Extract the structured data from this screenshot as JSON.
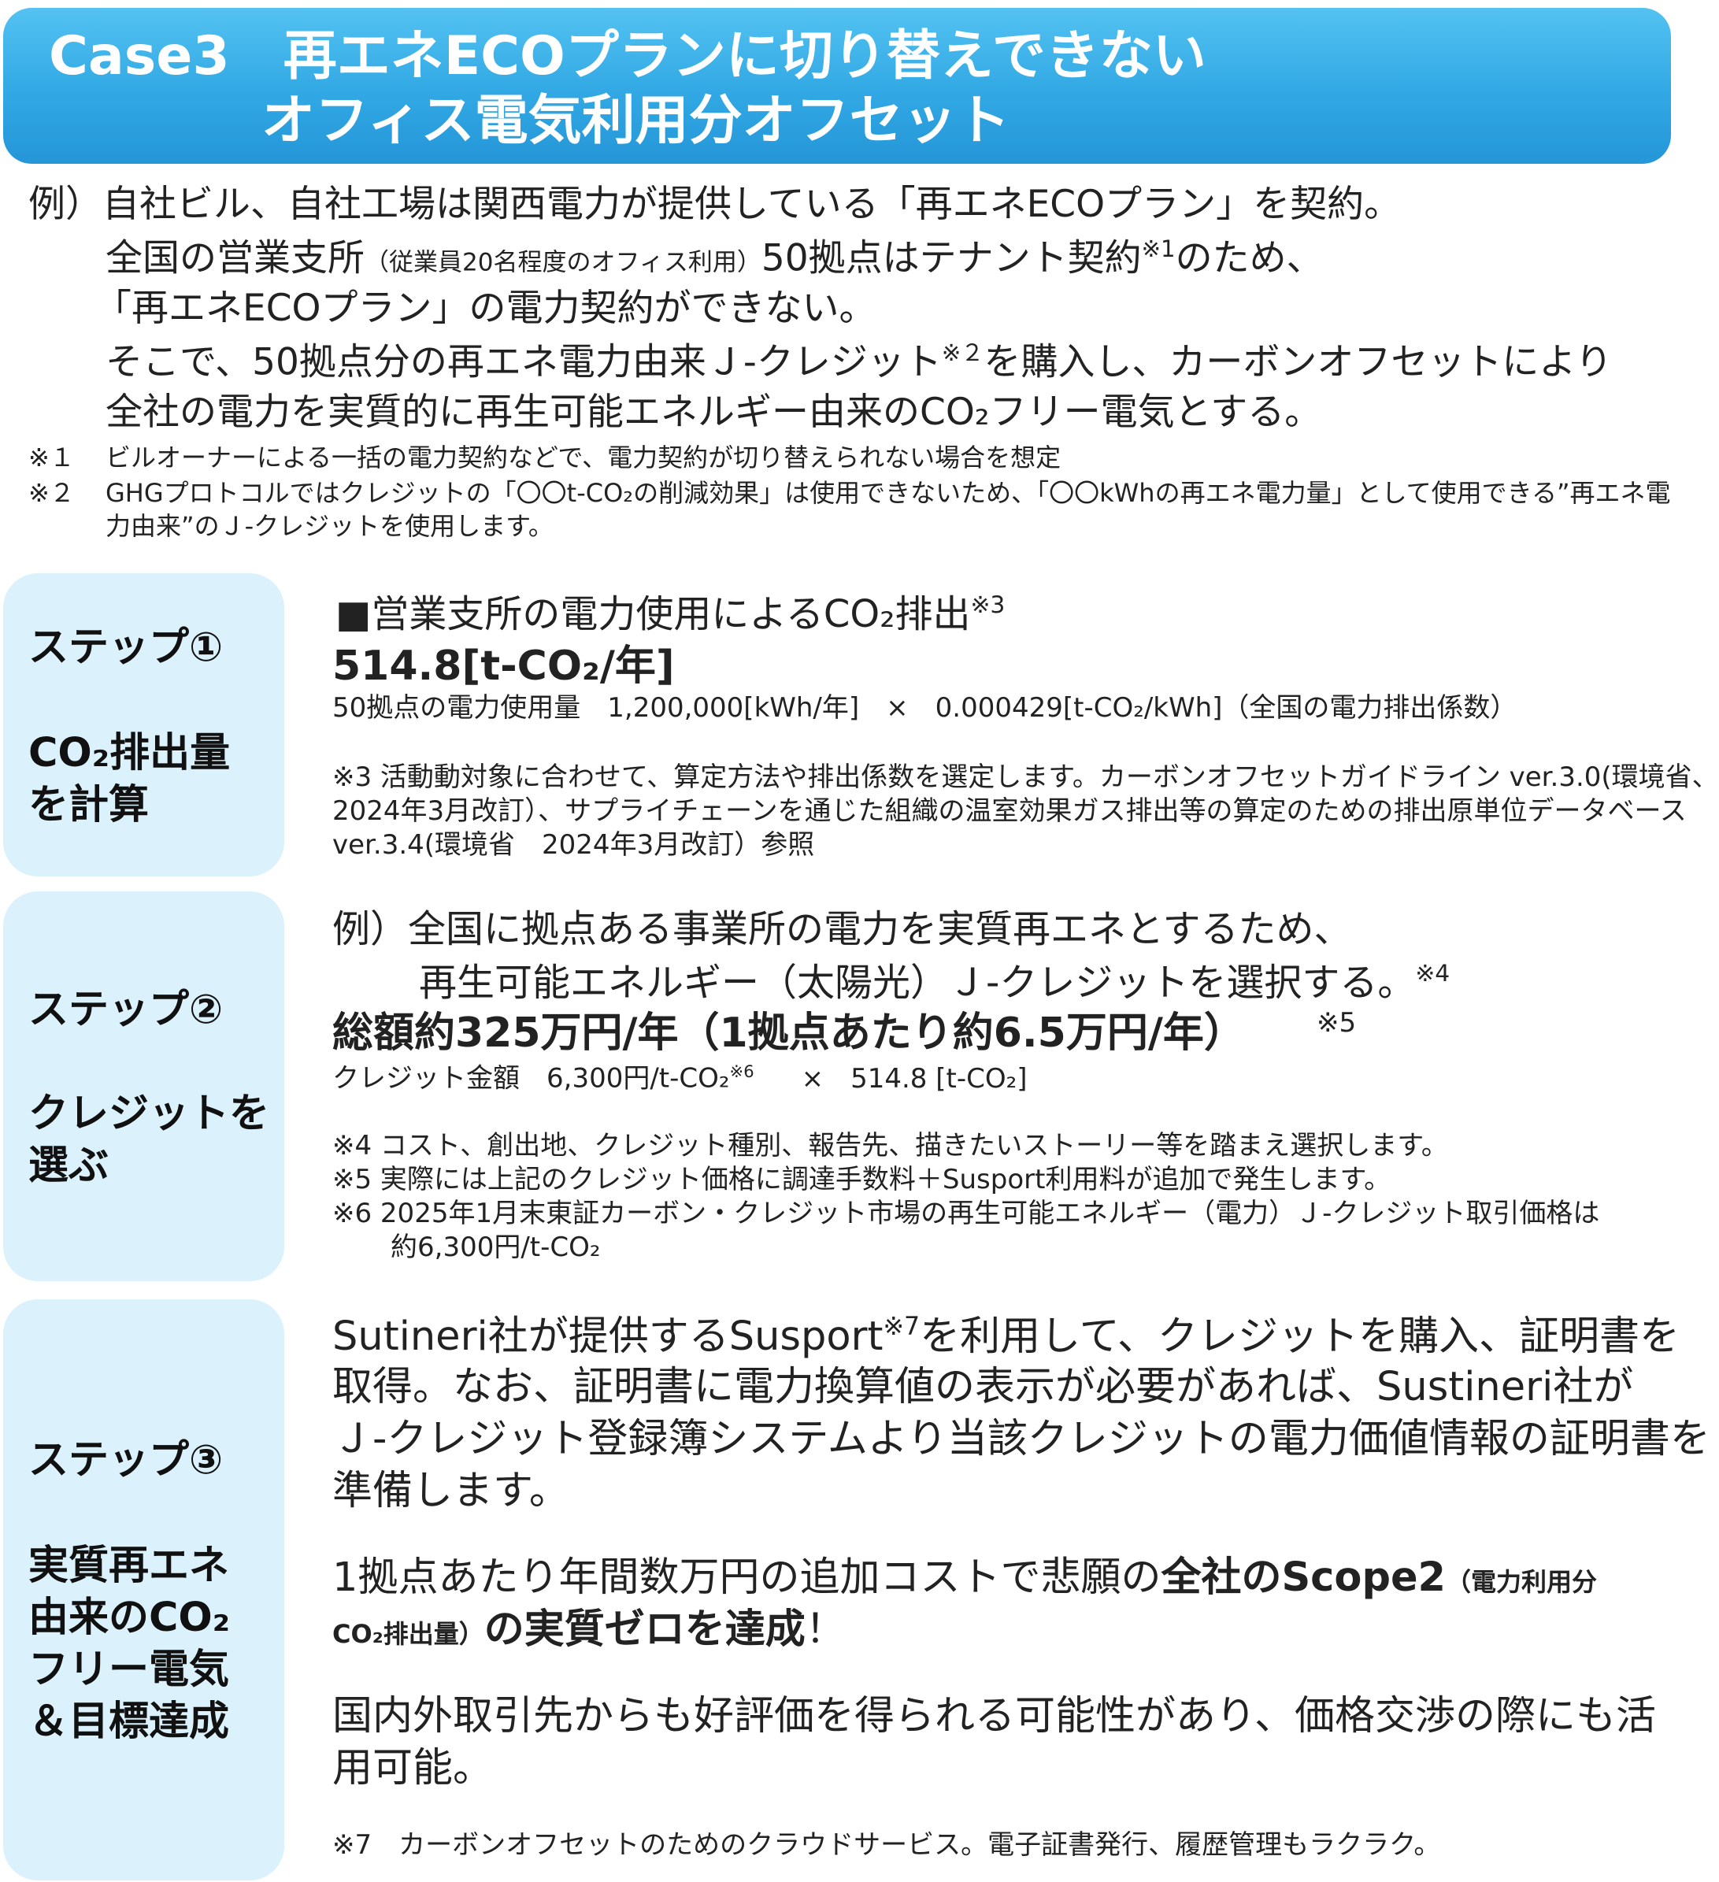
{
  "header": {
    "title_line1": "Case3　再エネECOプランに切り替えできない",
    "title_line2": "オフィス電気利用分オフセット"
  },
  "intro": {
    "line1": "例）自社ビル、自社工場は関西電力が提供している「再エネECOプラン」を契約。",
    "line2_a": "全国の営業支所",
    "line2_b": "（従業員20名程度のオフィス利用）",
    "line2_c": "50拠点はテナント契約",
    "line2_sup": "※1",
    "line2_d": "のため、",
    "line3": "「再エネECOプラン」の電力契約ができない。",
    "line4_a": "そこで、50拠点分の再エネ電力由来Ｊ-クレジット",
    "line4_sup": "※２",
    "line4_b": "を購入し、カーボンオフセットにより",
    "line5": "全社の電力を実質的に再生可能エネルギー由来のCO₂フリー電気とする。",
    "note1_mark": "※１",
    "note1": "ビルオーナーによる一括の電力契約などで、電力契約が切り替えられない場合を想定",
    "note2_mark": "※２",
    "note2_line1": "GHGプロトコルではクレジットの「〇〇t-CO₂の削減効果」は使用できないため、「〇〇kWhの再エネ電力量」として使用できる”再エネ電",
    "note2_line2": "力由来”のＪ-クレジットを使用します。"
  },
  "step1": {
    "label_line1": "ステップ①",
    "label_line2": "CO₂排出量",
    "label_line3": "を計算",
    "heading": "■営業支所の電力使用によるCO₂排出",
    "heading_sup": "※3",
    "value": "514.8[t-CO₂/年]",
    "formula": "50拠点の電力使用量　1,200,000[kWh/年]　×　0.000429[t-CO₂/kWh]（全国の電力排出係数）",
    "note_line1": "※3 活動動対象に合わせて、算定方法や排出係数を選定します。カーボンオフセットガイドライン ver.3.0(環境省、",
    "note_line2": "2024年3月改訂）、サプライチェーンを通じた組織の温室効果ガス排出等の算定のための排出原単位データベース",
    "note_line3": "ver.3.4(環境省　2024年3月改訂）参照"
  },
  "step2": {
    "label_line1": "ステップ②",
    "label_line2": "クレジットを",
    "label_line3": "選ぶ",
    "example_line1": "例）全国に拠点ある事業所の電力を実質再エネとするため、",
    "example_line2": "再生可能エネルギー（太陽光）Ｊ-クレジットを選択する。",
    "example_sup": "※4",
    "total": "総額約325万円/年（1拠点あたり約6.5万円/年）",
    "total_sup": "※5",
    "formula_a": "クレジット金額　6,300円/t-CO₂",
    "formula_sup": "※6",
    "formula_b": "×　514.8 [t-CO₂]",
    "note4": "※4 コスト、創出地、クレジット種別、報告先、描きたいストーリー等を踏まえ選択します。",
    "note5": "※5 実際には上記のクレジット価格に調達手数料＋Susport利用料が追加で発生します。",
    "note6_line1": "※6 2025年1月末東証カーボン・クレジット市場の再生可能エネルギー（電力）Ｊ-クレジット取引価格は",
    "note6_line2": "約6,300円/t-CO₂"
  },
  "step3": {
    "label_line1": "ステップ③",
    "label_line2": "実質再エネ",
    "label_line3": "由来のCO₂",
    "label_line4": "フリー電気",
    "label_line5": "＆目標達成",
    "para1_line1_a": "Sutineri社が提供するSusport",
    "para1_sup": "※7",
    "para1_line1_b": "を利用して、クレジットを購入、証明書を",
    "para1_line2": "取得。なお、証明書に電力換算値の表示が必要があれば、Sustineri社が",
    "para1_line3": "Ｊ-クレジット登録簿システムより当該クレジットの電力価値情報の証明書を",
    "para1_line4": "準備します。",
    "para2_a": "1拠点あたり年間数万円の追加コストで悲願の",
    "para2_b": "全社のScope2",
    "para2_c": "（電力利用分",
    "para2_d": "CO₂排出量）",
    "para2_e": "の実質ゼロを達成",
    "para2_f": "！",
    "para3_line1": "国内外取引先からも好評価を得られる可能性があり、価格交渉の際にも活",
    "para3_line2": "用可能。",
    "note7": "※7　カーボンオフセットのためのクラウドサービス。電子証書発行、履歴管理もラクラク。"
  }
}
